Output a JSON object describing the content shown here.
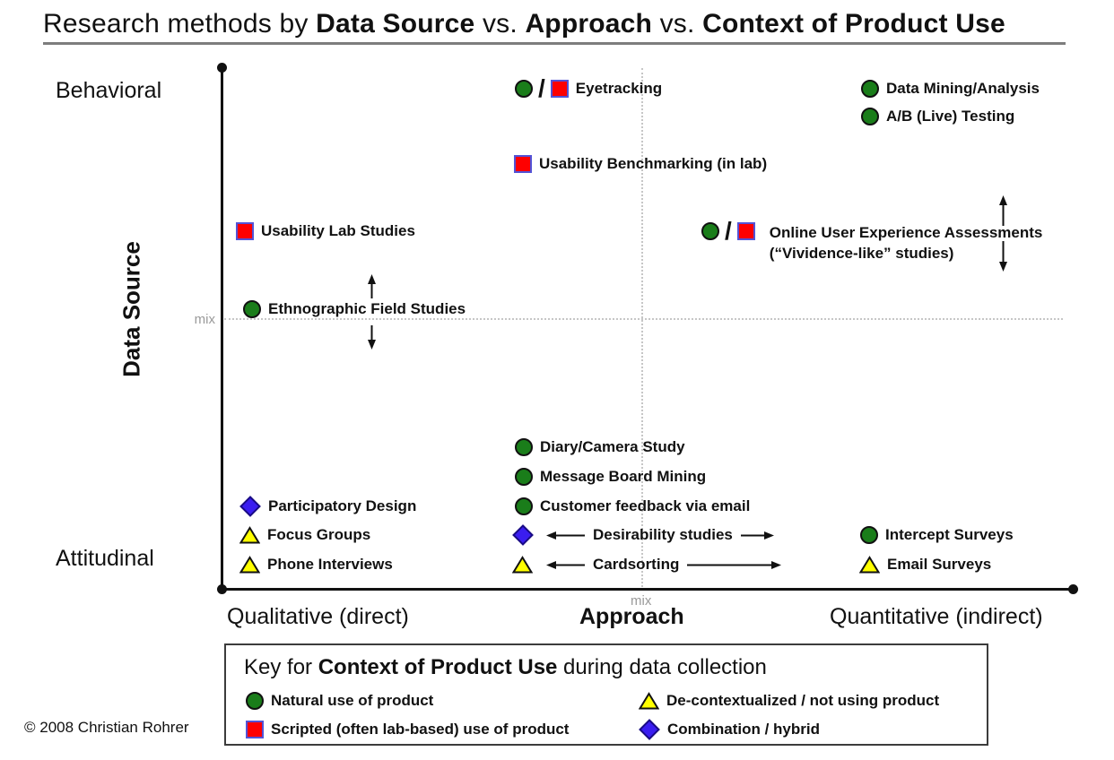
{
  "title": {
    "prefix": "Research methods by ",
    "bold1": "Data Source",
    "sep1": " vs. ",
    "bold2": "Approach",
    "sep2": " vs. ",
    "bold3": "Context of Product Use"
  },
  "axes": {
    "y": {
      "label": "Data Source",
      "top": "Behavioral",
      "bottom": "Attitudinal",
      "mix": "mix"
    },
    "x": {
      "label": "Approach",
      "left": "Qualitative (direct)",
      "right": "Quantitative (indirect)",
      "mix": "mix"
    }
  },
  "icons": {
    "slash": "/"
  },
  "points": {
    "eyetracking": {
      "label": "Eyetracking",
      "context": "natural/scripted"
    },
    "data_mining": {
      "label": "Data Mining/Analysis",
      "context": "natural"
    },
    "ab_testing": {
      "label": "A/B (Live) Testing",
      "context": "natural"
    },
    "usability_benchmarking": {
      "label": "Usability Benchmarking (in lab)",
      "context": "scripted"
    },
    "usability_lab": {
      "label": "Usability Lab Studies",
      "context": "scripted"
    },
    "online_ux": {
      "label": "Online User Experience Assessments",
      "label2": "(“Vividence-like” studies)",
      "context": "natural/scripted"
    },
    "ethnographic": {
      "label": "Ethnographic Field Studies",
      "context": "natural"
    },
    "diary": {
      "label": "Diary/Camera Study",
      "context": "natural"
    },
    "message_board": {
      "label": "Message Board Mining",
      "context": "natural"
    },
    "customer_feedback": {
      "label": "Customer feedback via email",
      "context": "natural"
    },
    "participatory": {
      "label": "Participatory Design",
      "context": "combination"
    },
    "focus_groups": {
      "label": "Focus Groups",
      "context": "decontextualized"
    },
    "phone_interviews": {
      "label": "Phone Interviews",
      "context": "decontextualized"
    },
    "desirability": {
      "label": "Desirability studies",
      "context": "combination"
    },
    "cardsorting": {
      "label": "Cardsorting",
      "context": "decontextualized"
    },
    "intercept_surveys": {
      "label": "Intercept Surveys",
      "context": "natural"
    },
    "email_surveys": {
      "label": "Email Surveys",
      "context": "decontextualized"
    }
  },
  "key": {
    "title_prefix": "Key for ",
    "title_bold": "Context of Product Use",
    "title_suffix": " during data collection",
    "items": {
      "natural": "Natural use of product",
      "scripted": "Scripted (often lab-based) use of product",
      "decontextualized": "De-contextualized / not using product",
      "combination": "Combination / hybrid"
    }
  },
  "colors": {
    "natural_fill": "#1a7d1a",
    "scripted_fill": "#fe0000",
    "scripted_border": "#5353d6",
    "decontextualized_fill": "#ffff00",
    "combination_fill": "#3a1df0",
    "combination_border": "#190b85",
    "mix_gray": "#9a9a9a",
    "dotted_line": "#c6c6c6"
  },
  "copyright": "© 2008 Christian Rohrer"
}
